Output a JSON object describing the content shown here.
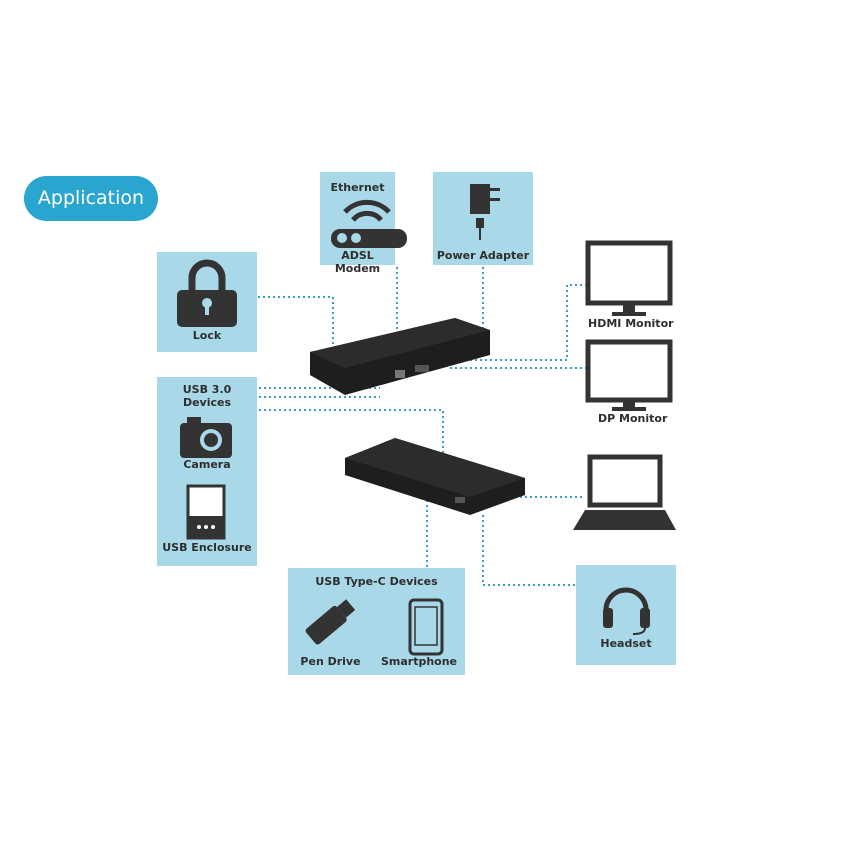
{
  "title": "Application",
  "ethernet": {
    "title": "Ethernet",
    "label": "ADSL Modem"
  },
  "power": {
    "label": "Power Adapter"
  },
  "lock": {
    "label": "Lock"
  },
  "usb3": {
    "title": "USB 3.0 Devices",
    "camera": "Camera",
    "enclosure": "USB Enclosure"
  },
  "typec": {
    "title": "USB Type-C Devices",
    "pendrive": "Pen Drive",
    "smartphone": "Smartphone"
  },
  "hdmi": {
    "label": "HDMI Monitor"
  },
  "dp": {
    "label": "DP Monitor"
  },
  "headset": {
    "label": "Headset"
  },
  "colors": {
    "box": "#a9d9e8",
    "accent": "#2aa5cf",
    "line": "#3a9cc0",
    "icon": "#333333"
  }
}
